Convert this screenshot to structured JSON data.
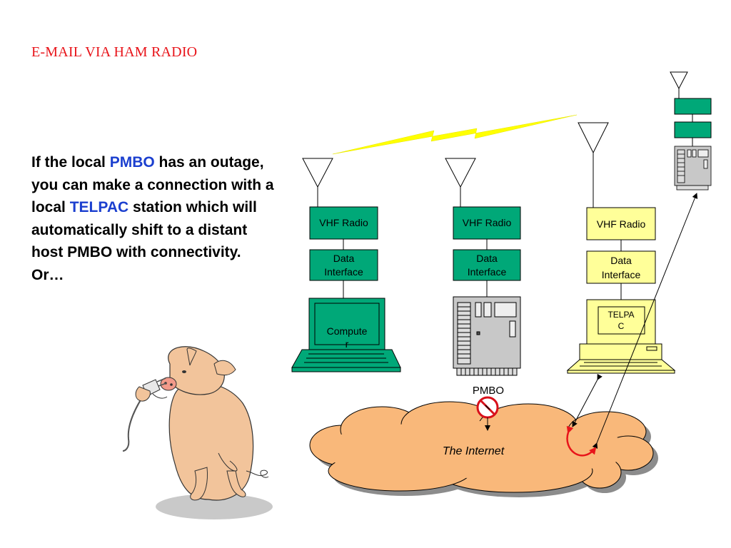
{
  "slide": {
    "title": "E-MAIL VIA HAM RADIO",
    "body": {
      "part1": "If the local ",
      "pmbo": "PMBO",
      "part2": " has an outage, you can make a connection with a local ",
      "telpac": "TELPAC",
      "part3": " station which will automatically shift to a distant host PMBO with connectivity. Or…"
    }
  },
  "diagram": {
    "stations": [
      {
        "radio": "VHF Radio",
        "interface": [
          "Data",
          "Interface"
        ],
        "device_label": [
          "Compute",
          "r"
        ],
        "device": "laptop"
      },
      {
        "radio": "VHF Radio",
        "interface": [
          "Data",
          "Interface"
        ],
        "device_label": [
          "PMBO"
        ],
        "device": "server"
      },
      {
        "radio": "VHF Radio",
        "interface": [
          "Data",
          "Interface"
        ],
        "device_label": [
          "TELPA",
          "C"
        ],
        "device": "laptop"
      }
    ],
    "cloud_label": "The Internet",
    "colors": {
      "teal": "#00a878",
      "yellow_box": "#ffff99",
      "cloud": "#f9b87a",
      "lightning": "#ffff00",
      "title_red": "#e8141a",
      "highlight_blue": "#1b3fcf",
      "no_symbol": "#d8101a"
    }
  }
}
